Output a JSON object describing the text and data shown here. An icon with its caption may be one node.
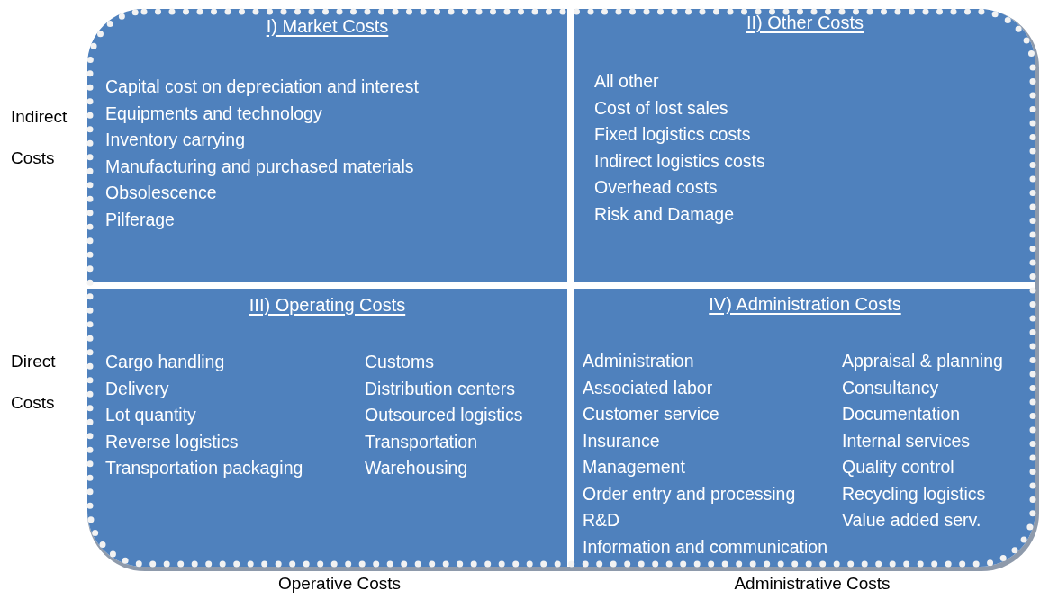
{
  "diagram": {
    "nodes": [
      {
        "text": [],
        "shape": "box"
      },
      {
        "text": [
          "I) Market Costs",
          "Capital cost on depreciation and interest",
          "Equipments and technology",
          "Inventory carrying",
          "Manufacturing and purchased materials",
          "Obsolescence",
          "Pilferage"
        ],
        "in": 0
      },
      {
        "text": [
          "II) Other Costs",
          "All other",
          "Cost of lost sales",
          "Fixed logistics costs",
          "Indirect logistics costs",
          "Overhead costs",
          "Risk and Damage"
        ],
        "in": 0
      },
      {
        "text": [
          "III) Operating Costs",
          "Cargo handling",
          "Delivery",
          "Lot quantity",
          "Reverse logistics",
          "Transportation packaging",
          "Customs",
          "Distribution centers",
          "Outsourced logistics",
          "Transportation",
          "Warehousing"
        ],
        "in": 0
      },
      {
        "text": [
          "IV) Administration Costs",
          "Administration",
          "Associated labor",
          "Customer service",
          "Insurance",
          "Management",
          "Order entry and processing",
          "R&D",
          "Information and communication",
          "Appraisal & planning",
          "Consultancy",
          "Documentation",
          "Internal services",
          "Quality control",
          "Recycling logistics",
          "Value added serv."
        ],
        "in": 0
      }
    ],
    "labels": [
      "Indirect Costs",
      "Direct Costs",
      "Operative Costs",
      "Administrative Costs"
    ]
  }
}
